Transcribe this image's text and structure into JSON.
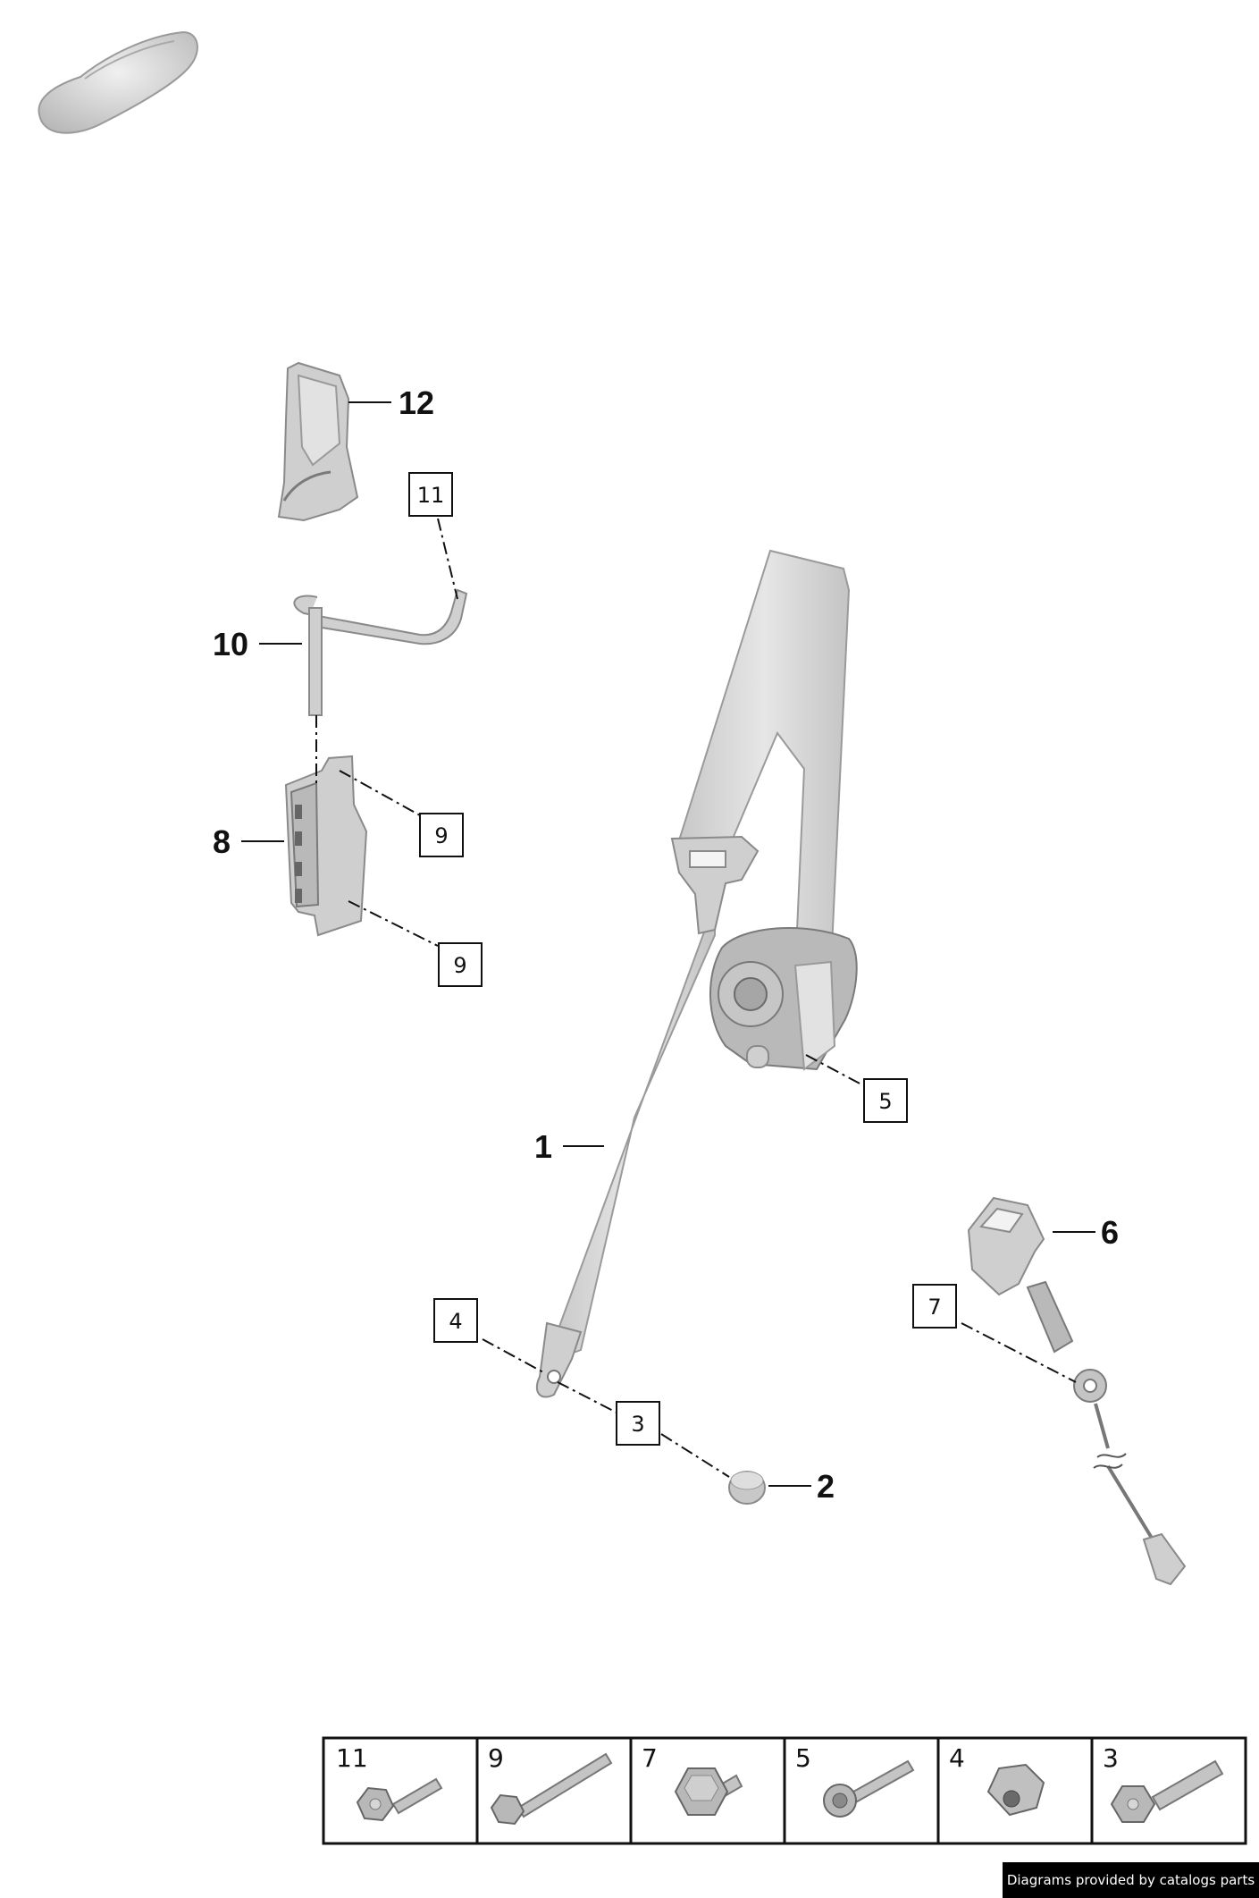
{
  "callouts": {
    "c1": "1",
    "c2": "2",
    "c6": "6",
    "c8": "8",
    "c10": "10",
    "c12": "12"
  },
  "boxed_refs": {
    "b3": "3",
    "b4": "4",
    "b5": "5",
    "b7": "7",
    "b9a": "9",
    "b9b": "9",
    "b11": "11"
  },
  "legend": {
    "cells": [
      {
        "num": "11",
        "icon": "hex-bolt-short-icon"
      },
      {
        "num": "9",
        "icon": "hex-bolt-long-icon"
      },
      {
        "num": "7",
        "icon": "hex-bolt-stud-icon"
      },
      {
        "num": "5",
        "icon": "torx-bolt-icon"
      },
      {
        "num": "4",
        "icon": "hex-nut-icon"
      },
      {
        "num": "3",
        "icon": "hex-bolt-shoulder-icon"
      }
    ]
  },
  "credit": "Diagrams provided by catalogs parts"
}
